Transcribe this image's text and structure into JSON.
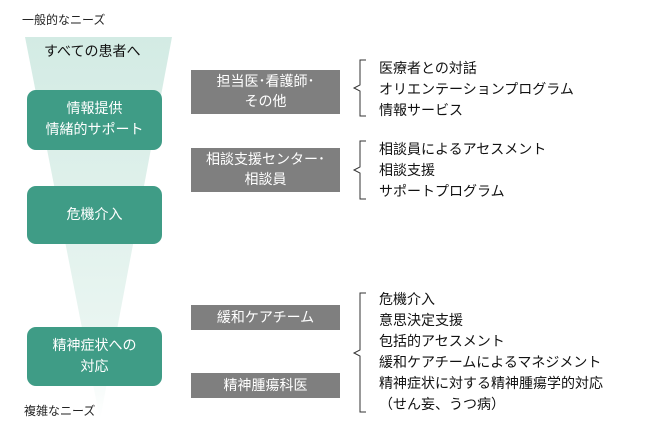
{
  "labels": {
    "top": "一般的なニーズ",
    "bottom": "複雑なニーズ",
    "funnel_head": "すべての患者へ"
  },
  "stages": [
    {
      "lines": [
        "情報提供",
        "情緒的サポート"
      ]
    },
    {
      "lines": [
        "危機介入"
      ]
    },
    {
      "lines": [
        "精神症状への",
        "対応"
      ]
    }
  ],
  "providers": [
    {
      "lines": [
        "担当医･看護師･",
        "その他"
      ]
    },
    {
      "lines": [
        "相談支援センター･",
        "相談員"
      ]
    },
    {
      "lines": [
        "緩和ケアチーム"
      ]
    },
    {
      "lines": [
        "精神腫瘍科医"
      ]
    }
  ],
  "services": [
    {
      "items": [
        "医療者との対話",
        "オリエンテーションプログラム",
        "情報サービス"
      ]
    },
    {
      "items": [
        "相談員によるアセスメント",
        "相談支援",
        "サポートプログラム"
      ]
    },
    {
      "items": [
        "危機介入",
        "意思決定支援",
        "包括的アセスメント",
        "緩和ケアチームによるマネジメント",
        "精神症状に対する精神腫瘍学的対応",
        "（せん妄、うつ病）"
      ]
    }
  ],
  "colors": {
    "stage": "#3f9c86",
    "provider": "#7f7f7f",
    "funnel_top": "#d7ece6",
    "funnel_bottom": "#ffffff",
    "bracket": "#333333"
  }
}
